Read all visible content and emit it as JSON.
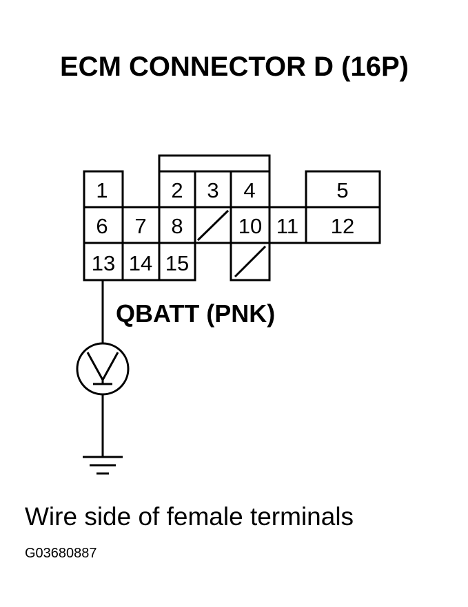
{
  "diagram": {
    "title": "ECM CONNECTOR D (16P)",
    "wire_label": "QBATT (PNK)",
    "caption": "Wire side of female terminals",
    "figure_code": "G03680887",
    "pins": {
      "p1": "1",
      "p2": "2",
      "p3": "3",
      "p4": "4",
      "p5": "5",
      "p6": "6",
      "p7": "7",
      "p8": "8",
      "p10": "10",
      "p11": "11",
      "p12": "12",
      "p13": "13",
      "p14": "14",
      "p15": "15"
    },
    "test_instrument": "voltmeter-symbol",
    "ground": "ground-symbol"
  }
}
